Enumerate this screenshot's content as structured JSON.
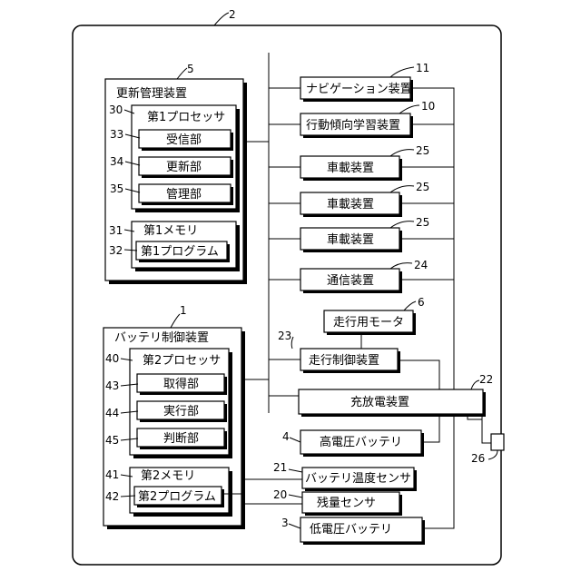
{
  "vehicle": {
    "num": "2"
  },
  "update_mgmt": {
    "title": "更新管理装置",
    "num": "5",
    "processor": {
      "label": "第1プロセッサ",
      "num": "30"
    },
    "receiver": {
      "label": "受信部",
      "num": "33"
    },
    "updater": {
      "label": "更新部",
      "num": "34"
    },
    "manager": {
      "label": "管理部",
      "num": "35"
    },
    "memory": {
      "label": "第1メモリ",
      "num": "31"
    },
    "program": {
      "label": "第1プログラム",
      "num": "32"
    }
  },
  "battery_ctrl": {
    "title": "バッテリ制御装置",
    "num": "1",
    "processor": {
      "label": "第2プロセッサ",
      "num": "40"
    },
    "acquire": {
      "label": "取得部",
      "num": "43"
    },
    "execute": {
      "label": "実行部",
      "num": "44"
    },
    "judge": {
      "label": "判断部",
      "num": "45"
    },
    "memory": {
      "label": "第2メモリ",
      "num": "41"
    },
    "program": {
      "label": "第2プログラム",
      "num": "42"
    }
  },
  "devices": {
    "navigation": {
      "label": "ナビゲーション装置",
      "num": "11"
    },
    "learning": {
      "label": "行動傾向学習装置",
      "num": "10"
    },
    "onboard1": {
      "label": "車載装置",
      "num": "25"
    },
    "onboard2": {
      "label": "車載装置",
      "num": "25"
    },
    "onboard3": {
      "label": "車載装置",
      "num": "25"
    },
    "comm": {
      "label": "通信装置",
      "num": "24"
    },
    "motor": {
      "label": "走行用モータ",
      "num": "6"
    },
    "drive_ctrl": {
      "label": "走行制御装置",
      "num": "23"
    },
    "charger": {
      "label": "充放電装置",
      "num": "22"
    },
    "hv_battery": {
      "label": "高電圧バッテリ",
      "num": "4"
    },
    "temp_sensor": {
      "label": "バッテリ温度センサ",
      "num": "21"
    },
    "soc_sensor": {
      "label": "残量センサ",
      "num": "20"
    },
    "lv_battery": {
      "label": "低電圧バッテリ",
      "num": "3"
    },
    "connector": {
      "num": "26"
    }
  }
}
